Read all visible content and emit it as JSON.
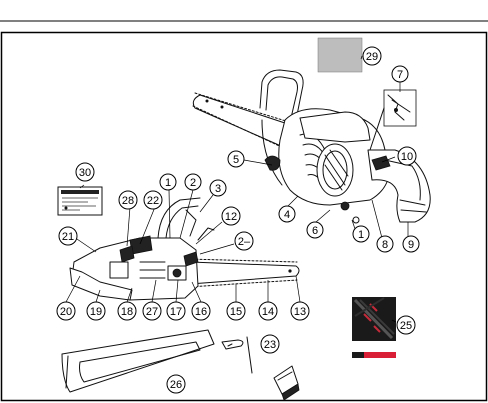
{
  "colors": {
    "frame": "#000000",
    "callout_fill": "#ffffff",
    "plate_29_fill": "#bdbdbd",
    "chain_mark_red": "#d81f35",
    "photo_dark": "#1a1a1a"
  },
  "callouts": {
    "c1": "1",
    "c1b": "1",
    "c2": "2",
    "c2b": "2–",
    "c3": "3",
    "c4": "4",
    "c5": "5",
    "c6": "6",
    "c7": "7",
    "c8": "8",
    "c9": "9",
    "c10": "10",
    "c12": "12",
    "c13": "13",
    "c14": "14",
    "c15": "15",
    "c16": "16",
    "c17": "17",
    "c18": "18",
    "c19": "19",
    "c20": "20",
    "c21": "21",
    "c22": "22",
    "c23": "23",
    "c25": "25",
    "c26": "26",
    "c27": "27",
    "c28": "28",
    "c29": "29",
    "c30": "30"
  },
  "icons": {
    "chainsaw_main": "chainsaw-illustration-icon",
    "chainsaw_small": "chainsaw-side-illustration-icon",
    "rating_plate": "rating-plate-icon",
    "bar_cover": "guide-bar-cover-icon",
    "combination_tool": "combination-spanner-icon",
    "chain_photo": "chain-photo-icon",
    "warning_plate": "plate-icon"
  }
}
